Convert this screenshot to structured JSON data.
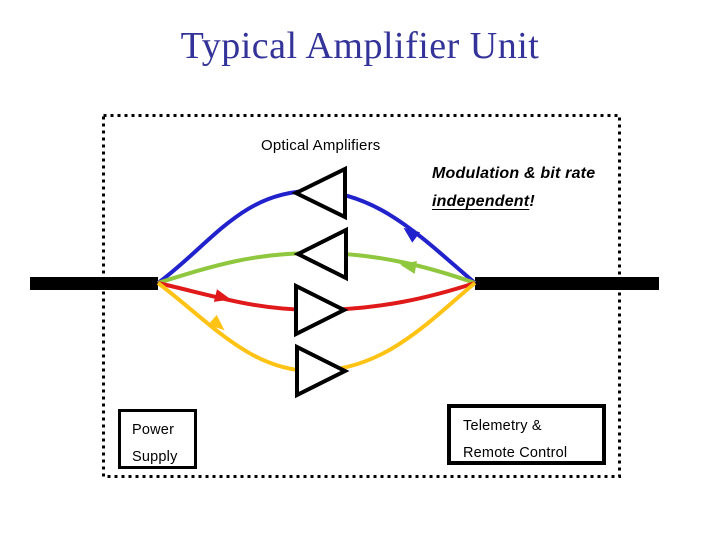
{
  "slide": {
    "title": "Typical Amplifier Unit"
  },
  "colors": {
    "title_text": "#333399",
    "ink": "#000000",
    "path_blue": "#2222CC",
    "path_green": "#8FC73E",
    "path_red": "#E01A1A",
    "path_yellow": "#FFC316"
  },
  "diagram": {
    "optical_amplifiers_label": "Optical Amplifiers",
    "note": {
      "line1": "Modulation & bit rate",
      "line2_underlined": "independent",
      "line2_suffix": "!"
    },
    "power_supply": {
      "line1": "Power",
      "line2": "Supply"
    },
    "telemetry": {
      "line1": "Telemetry &",
      "line2": "Remote Control"
    },
    "paths": [
      {
        "name": "upper-outer-blue",
        "color": "#2222CC",
        "direction": "right-to-left"
      },
      {
        "name": "upper-inner-green",
        "color": "#8FC73E",
        "direction": "right-to-left"
      },
      {
        "name": "lower-inner-red",
        "color": "#E01A1A",
        "direction": "left-to-right"
      },
      {
        "name": "lower-outer-yellow",
        "color": "#FFC316",
        "direction": "left-to-right"
      }
    ]
  }
}
